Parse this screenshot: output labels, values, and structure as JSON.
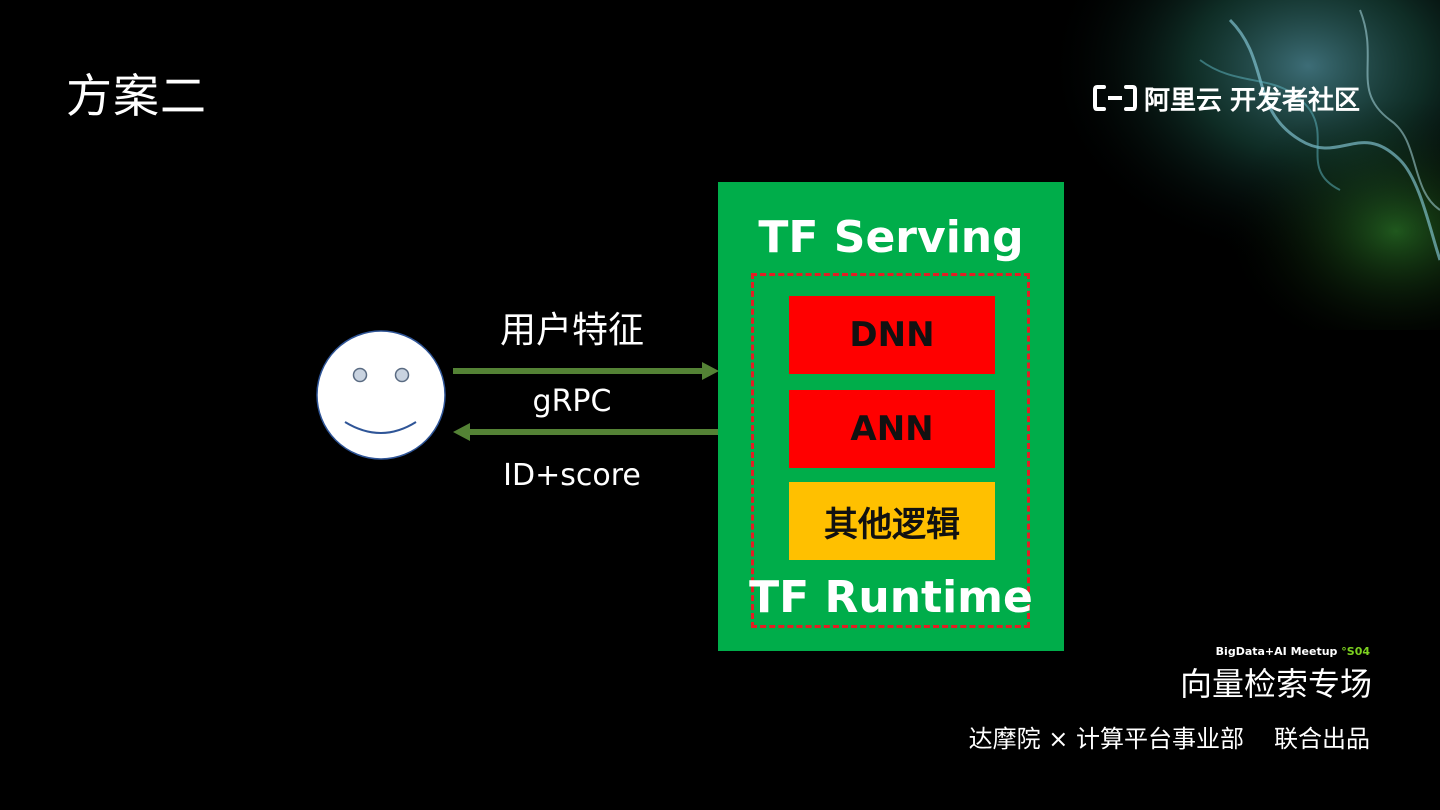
{
  "slide": {
    "title": "方案二"
  },
  "brand": {
    "logo_icon": "aliyun-bracket-logo-icon",
    "name": "阿里云",
    "community": "开发者社区"
  },
  "diagram": {
    "client_icon": "smiley-face-icon",
    "edges": [
      {
        "direction": "client-to-server",
        "label": "用户特征"
      },
      {
        "direction": "server-to-client",
        "label": "ID+score"
      }
    ],
    "protocol_label": "gRPC",
    "server": {
      "title": "TF Serving",
      "runtime": {
        "label": "TF Runtime",
        "blocks": [
          {
            "label": "DNN",
            "color": "#ff0000"
          },
          {
            "label": "ANN",
            "color": "#ff0000"
          },
          {
            "label": "其他逻辑",
            "color": "#ffc000"
          }
        ]
      }
    },
    "colors": {
      "server_bg": "#00ad4a",
      "arrow": "#548235",
      "dashed_border": "#e31e24"
    }
  },
  "footer": {
    "meetup_name": "BigData+AI  Meetup",
    "meetup_season": "°S04",
    "session": "向量检索专场",
    "org_left": "达摩院 × 计算平台事业部",
    "org_right": "联合出品"
  }
}
